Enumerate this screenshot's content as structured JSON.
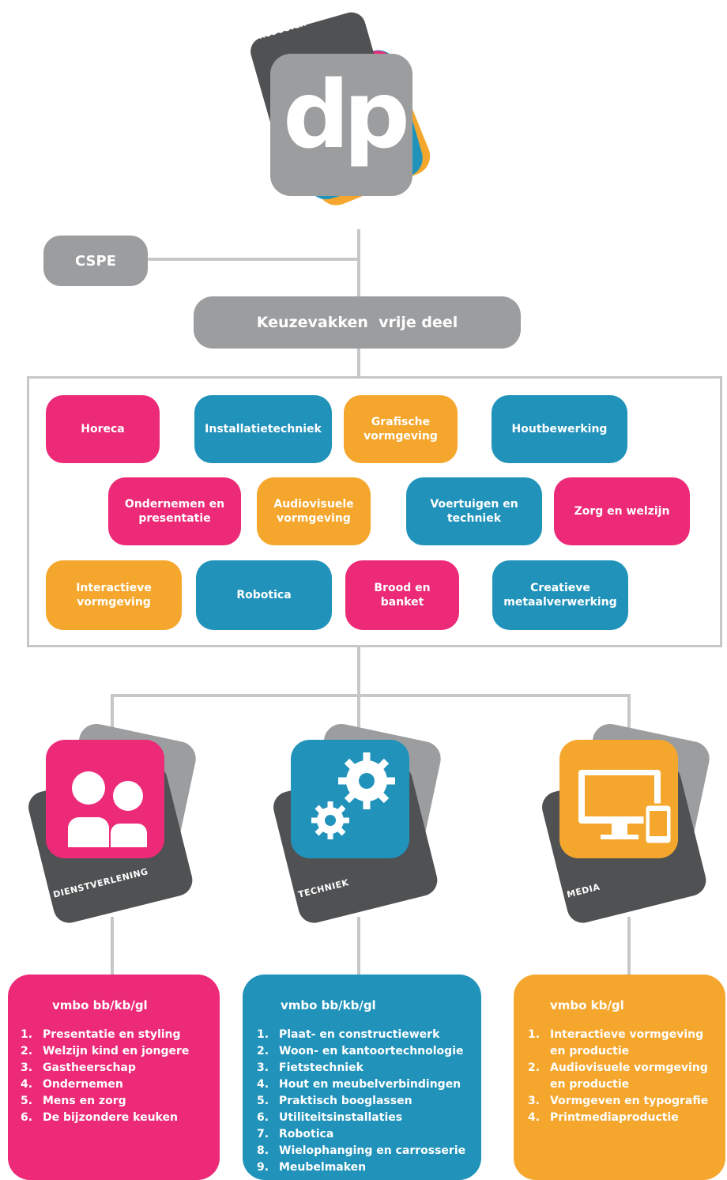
{
  "logo": {
    "label_line1": "DIENSTVERLENING &",
    "label_line2": "PRODUCTEN",
    "letters": "dp"
  },
  "cspe": {
    "label": "CSPE"
  },
  "keuzevakken": {
    "label": "Keuzevakken  vrije deel"
  },
  "electives": [
    {
      "label": "Horeca",
      "color": "pink"
    },
    {
      "label": "Installatietechniek",
      "color": "blue"
    },
    {
      "label": "Grafische vormgeving",
      "color": "orange"
    },
    {
      "label": "Houtbewerking",
      "color": "blue"
    },
    {
      "label": "Ondernemen en presentatie",
      "color": "pink"
    },
    {
      "label": "Audiovisuele vormgeving",
      "color": "orange"
    },
    {
      "label": "Voertuigen en techniek",
      "color": "blue"
    },
    {
      "label": "Zorg en welzijn",
      "color": "pink"
    },
    {
      "label": "Interactieve vormgeving",
      "color": "orange"
    },
    {
      "label": "Robotica",
      "color": "blue"
    },
    {
      "label": "Brood en banket",
      "color": "pink"
    },
    {
      "label": "Creatieve metaalverwerking",
      "color": "blue"
    }
  ],
  "profiles": [
    {
      "name": "DIENSTVERLENING",
      "icon": "people-icon",
      "level": "vmbo bb/kb/gl",
      "items": [
        "Presentatie en styling",
        "Welzijn kind en jongere",
        "Gastheerschap",
        "Ondernemen",
        "Mens en zorg",
        "De bijzondere keuken"
      ]
    },
    {
      "name": "TECHNIEK",
      "icon": "gears-icon",
      "level": "vmbo bb/kb/gl",
      "items": [
        "Plaat- en constructiewerk",
        "Woon- en kantoortechnologie",
        "Fietstechniek",
        "Hout en meubelverbindingen",
        "Praktisch booglassen",
        "Utiliteitsinstallaties",
        "Robotica",
        "Wielophanging en carrosserie",
        "Meubelmaken"
      ]
    },
    {
      "name": "MEDIA",
      "icon": "devices-icon",
      "level": "vmbo kb/gl",
      "items": [
        "Interactieve vormgeving",
        "en productie",
        "Audiovisuele vormgeving",
        "en productie",
        "Vormgeven en typografie",
        "Printmediaproductie"
      ]
    }
  ],
  "colors": {
    "pink": "#ec2a77",
    "blue": "#2193bb",
    "orange": "#f5a72d",
    "gray": "#9b9d9f",
    "dark": "#4f5153"
  }
}
